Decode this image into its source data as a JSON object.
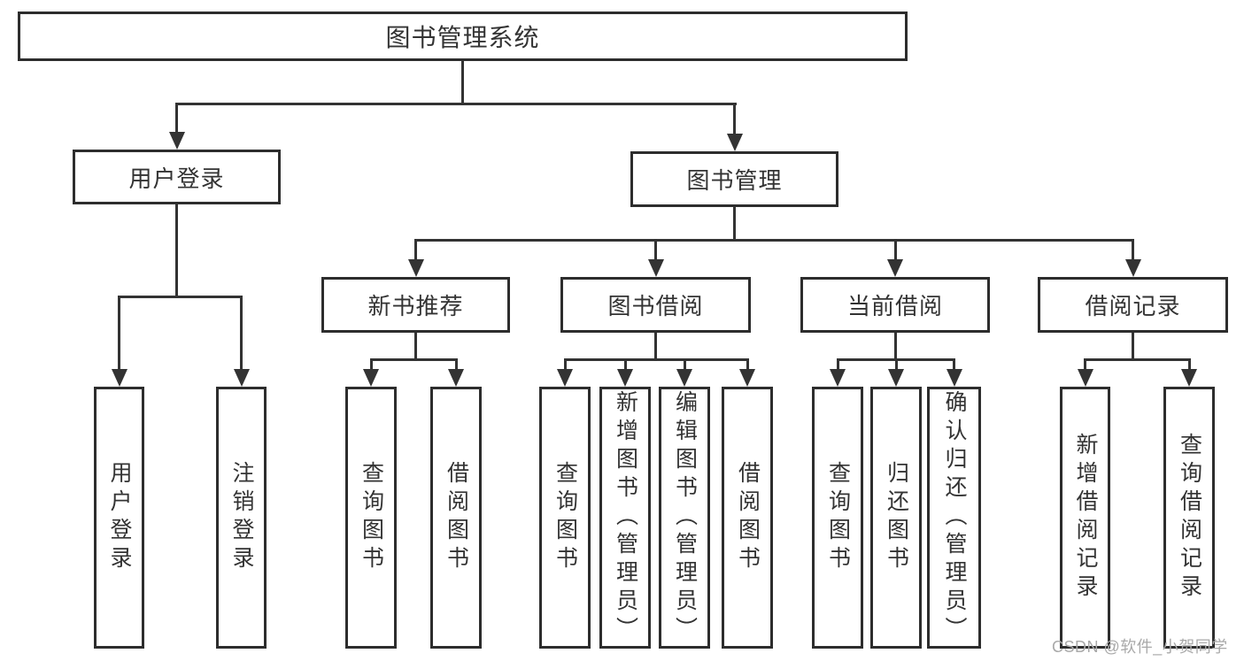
{
  "tree": {
    "root": "图书管理系统",
    "branches": [
      {
        "label": "用户登录",
        "children": [
          "用户登录",
          "注销登录"
        ]
      },
      {
        "label": "图书管理",
        "groups": [
          {
            "label": "新书推荐",
            "children": [
              "查询图书",
              "借阅图书"
            ]
          },
          {
            "label": "图书借阅",
            "children": [
              "查询图书",
              "新增图书（管理员）",
              "编辑图书（管理员）",
              "借阅图书"
            ]
          },
          {
            "label": "当前借阅",
            "children": [
              "查询图书",
              "归还图书",
              "确认归还（管理员）"
            ]
          },
          {
            "label": "借阅记录",
            "children": [
              "新增借阅记录",
              "查询借阅记录"
            ]
          }
        ]
      }
    ]
  },
  "watermark": {
    "text": "CSDN @软件_小贺同学"
  },
  "colors": {
    "background": "#ffffff",
    "box_border": "#2d2d2d",
    "connector_line": "#333333",
    "text": "#333333",
    "watermark_text": "#a9a9a9"
  }
}
